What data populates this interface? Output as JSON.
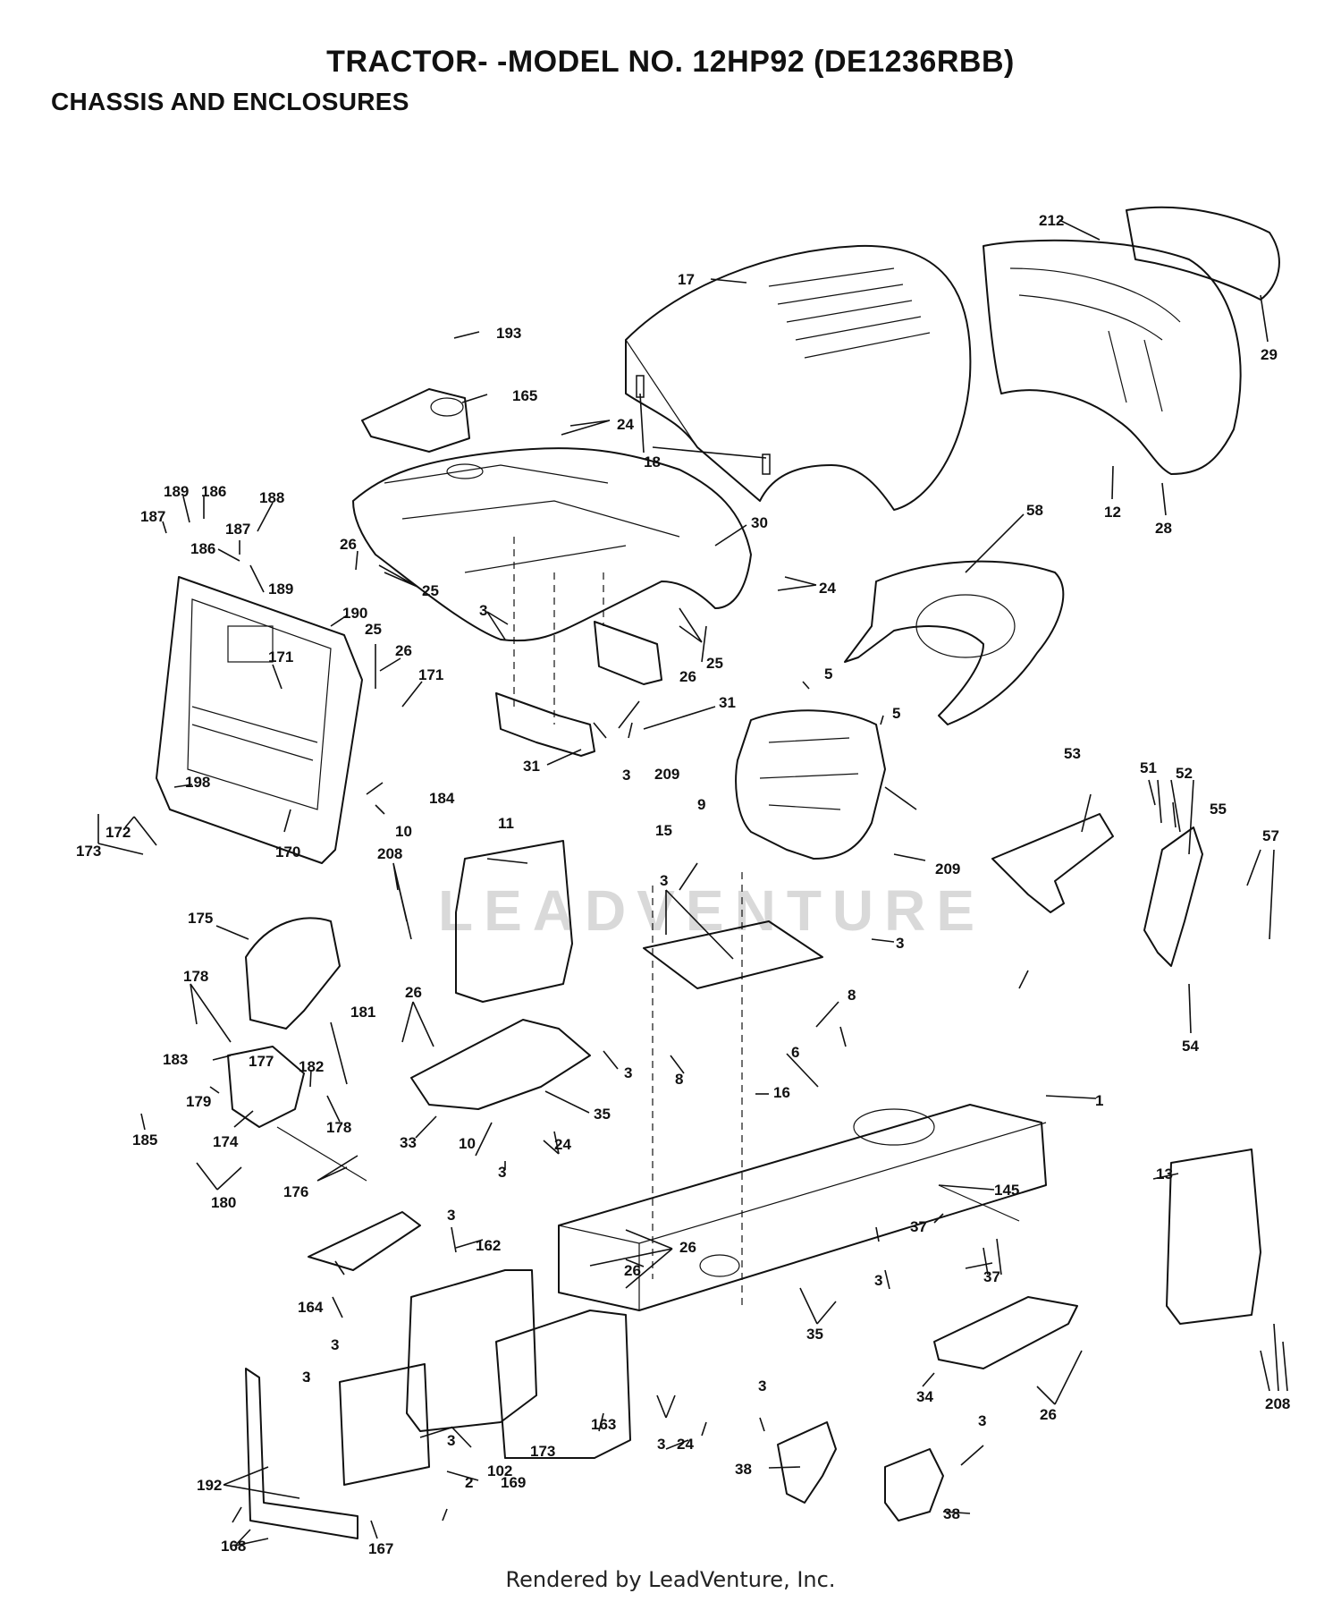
{
  "header": {
    "title": "TRACTOR- -MODEL NO. 12HP92 (DE1236RBB)",
    "subtitle": "CHASSIS AND ENCLOSURES"
  },
  "watermark": {
    "text": "LEADVENTURE"
  },
  "footer": {
    "text": "Rendered by LeadVenture, Inc."
  },
  "parts": [
    {
      "id": "p212",
      "label": "212"
    },
    {
      "id": "p17",
      "label": "17"
    },
    {
      "id": "p29",
      "label": "29"
    },
    {
      "id": "p193",
      "label": "193"
    },
    {
      "id": "p165",
      "label": "165"
    },
    {
      "id": "p24a",
      "label": "24"
    },
    {
      "id": "p18",
      "label": "18"
    },
    {
      "id": "p12",
      "label": "12"
    },
    {
      "id": "p28",
      "label": "28"
    },
    {
      "id": "p189a",
      "label": "189"
    },
    {
      "id": "p186a",
      "label": "186"
    },
    {
      "id": "p188",
      "label": "188"
    },
    {
      "id": "p187a",
      "label": "187"
    },
    {
      "id": "p187b",
      "label": "187"
    },
    {
      "id": "p186b",
      "label": "186"
    },
    {
      "id": "p189b",
      "label": "189"
    },
    {
      "id": "p26a",
      "label": "26"
    },
    {
      "id": "p25a",
      "label": "25"
    },
    {
      "id": "p30",
      "label": "30"
    },
    {
      "id": "p58",
      "label": "58"
    },
    {
      "id": "p24b",
      "label": "24"
    },
    {
      "id": "p190",
      "label": "190"
    },
    {
      "id": "p25b",
      "label": "25"
    },
    {
      "id": "p26b",
      "label": "26"
    },
    {
      "id": "p171a",
      "label": "171"
    },
    {
      "id": "p171b",
      "label": "171"
    },
    {
      "id": "p3a",
      "label": "3"
    },
    {
      "id": "p26c",
      "label": "26"
    },
    {
      "id": "p25c",
      "label": "25"
    },
    {
      "id": "p5a",
      "label": "5"
    },
    {
      "id": "p5b",
      "label": "5"
    },
    {
      "id": "p31a",
      "label": "31"
    },
    {
      "id": "p31b",
      "label": "31"
    },
    {
      "id": "p209a",
      "label": "209"
    },
    {
      "id": "p3b",
      "label": "3"
    },
    {
      "id": "p53",
      "label": "53"
    },
    {
      "id": "p51",
      "label": "51"
    },
    {
      "id": "p52",
      "label": "52"
    },
    {
      "id": "p55",
      "label": "55"
    },
    {
      "id": "p57",
      "label": "57"
    },
    {
      "id": "p198",
      "label": "198"
    },
    {
      "id": "p184",
      "label": "184"
    },
    {
      "id": "p9",
      "label": "9"
    },
    {
      "id": "p172",
      "label": "172"
    },
    {
      "id": "p10a",
      "label": "10"
    },
    {
      "id": "p173a",
      "label": "173"
    },
    {
      "id": "p170",
      "label": "170"
    },
    {
      "id": "p11",
      "label": "11"
    },
    {
      "id": "p15",
      "label": "15"
    },
    {
      "id": "p209b",
      "label": "209"
    },
    {
      "id": "p208a",
      "label": "208"
    },
    {
      "id": "p3c",
      "label": "3"
    },
    {
      "id": "p3d",
      "label": "3"
    },
    {
      "id": "p175",
      "label": "175"
    },
    {
      "id": "p178a",
      "label": "178"
    },
    {
      "id": "p26d",
      "label": "26"
    },
    {
      "id": "p181",
      "label": "181"
    },
    {
      "id": "p8a",
      "label": "8"
    },
    {
      "id": "p6",
      "label": "6"
    },
    {
      "id": "p54",
      "label": "54"
    },
    {
      "id": "p183",
      "label": "183"
    },
    {
      "id": "p177",
      "label": "177"
    },
    {
      "id": "p182",
      "label": "182"
    },
    {
      "id": "p3e",
      "label": "3"
    },
    {
      "id": "p179",
      "label": "179"
    },
    {
      "id": "p8b",
      "label": "8"
    },
    {
      "id": "p16",
      "label": "16"
    },
    {
      "id": "p1",
      "label": "1"
    },
    {
      "id": "p178b",
      "label": "178"
    },
    {
      "id": "p35a",
      "label": "35"
    },
    {
      "id": "p185",
      "label": "185"
    },
    {
      "id": "p174",
      "label": "174"
    },
    {
      "id": "p33",
      "label": "33"
    },
    {
      "id": "p10b",
      "label": "10"
    },
    {
      "id": "p24c",
      "label": "24"
    },
    {
      "id": "p176",
      "label": "176"
    },
    {
      "id": "p180",
      "label": "180"
    },
    {
      "id": "p3f",
      "label": "3"
    },
    {
      "id": "p13",
      "label": "13"
    },
    {
      "id": "p145",
      "label": "145"
    },
    {
      "id": "p37a",
      "label": "37"
    },
    {
      "id": "p3g",
      "label": "3"
    },
    {
      "id": "p162",
      "label": "162"
    },
    {
      "id": "p26e",
      "label": "26"
    },
    {
      "id": "p26f",
      "label": "26"
    },
    {
      "id": "p3h",
      "label": "3"
    },
    {
      "id": "p37b",
      "label": "37"
    },
    {
      "id": "p164",
      "label": "164"
    },
    {
      "id": "p35b",
      "label": "35"
    },
    {
      "id": "p3i",
      "label": "3"
    },
    {
      "id": "p34",
      "label": "34"
    },
    {
      "id": "p3j",
      "label": "3"
    },
    {
      "id": "p3k",
      "label": "3"
    },
    {
      "id": "p208b",
      "label": "208"
    },
    {
      "id": "p3l",
      "label": "3"
    },
    {
      "id": "p173b",
      "label": "173"
    },
    {
      "id": "p163",
      "label": "163"
    },
    {
      "id": "p26g",
      "label": "26"
    },
    {
      "id": "p102",
      "label": "102"
    },
    {
      "id": "p38a",
      "label": "38"
    },
    {
      "id": "p3m",
      "label": "3"
    },
    {
      "id": "p24d",
      "label": "24"
    },
    {
      "id": "p3n",
      "label": "3"
    },
    {
      "id": "p192",
      "label": "192"
    },
    {
      "id": "p2",
      "label": "2"
    },
    {
      "id": "p169",
      "label": "169"
    },
    {
      "id": "p38b",
      "label": "38"
    },
    {
      "id": "p168",
      "label": "168"
    },
    {
      "id": "p167",
      "label": "167"
    }
  ]
}
